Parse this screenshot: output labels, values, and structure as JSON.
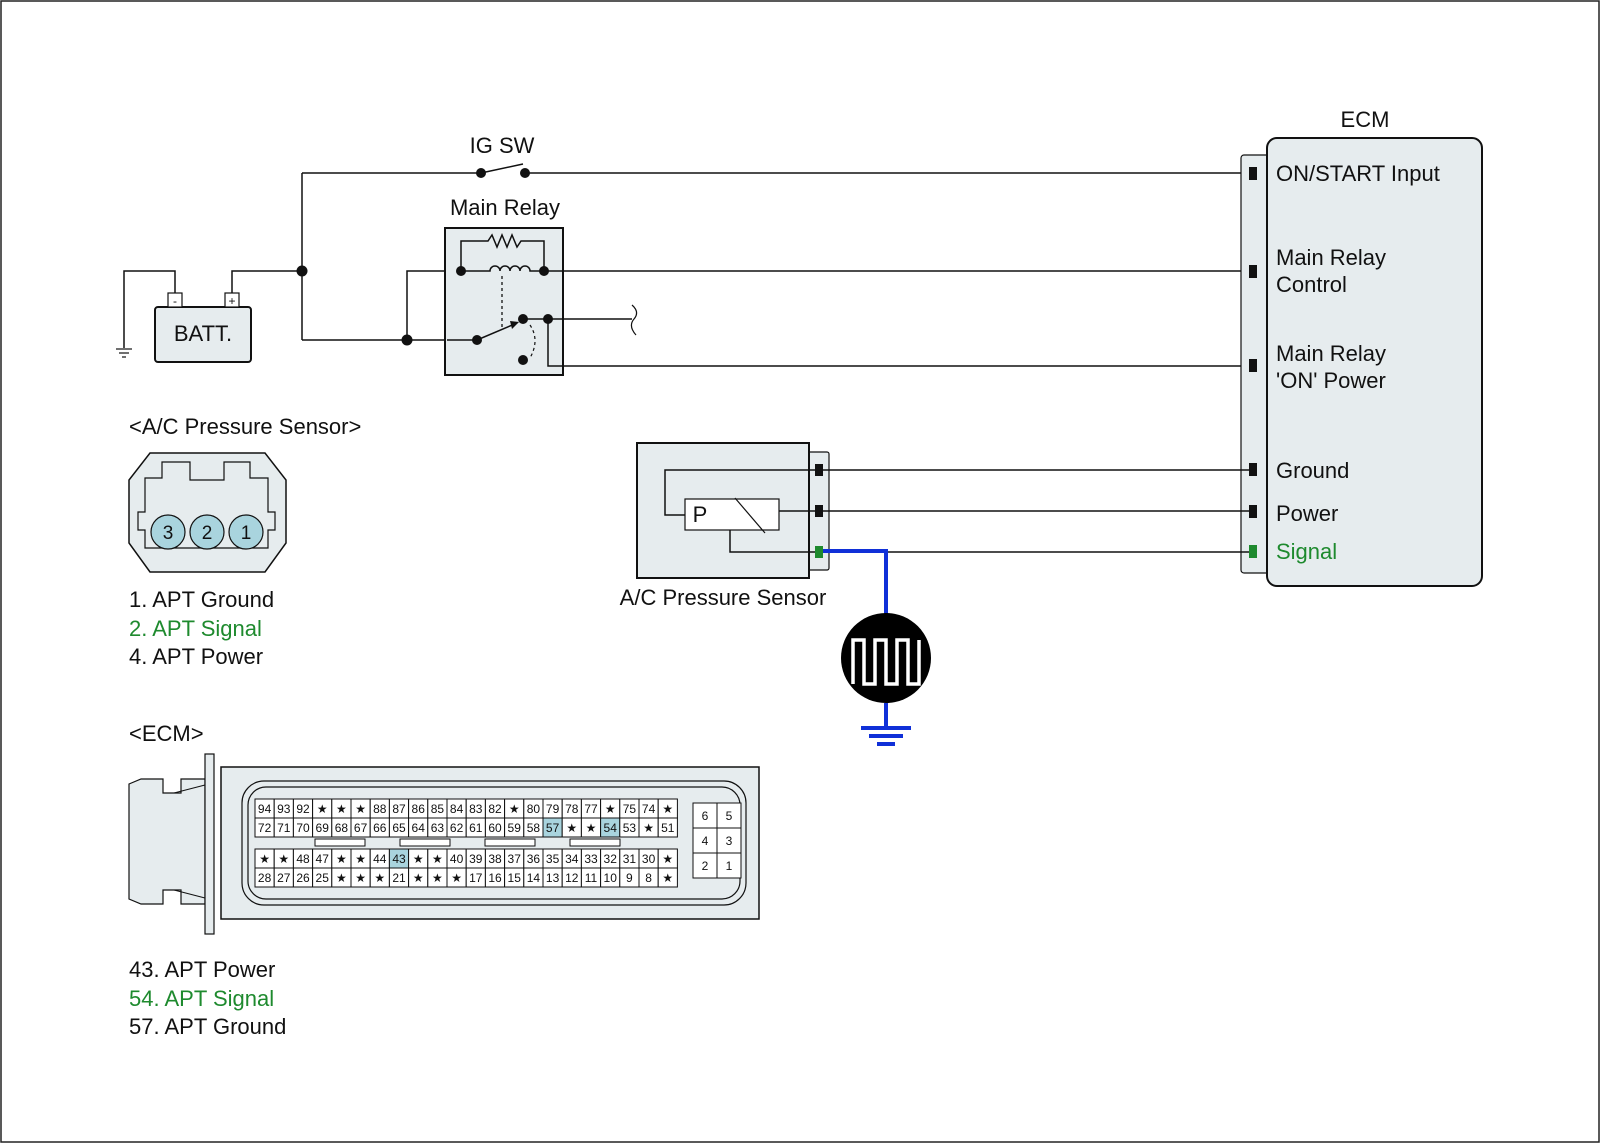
{
  "labels": {
    "ig_sw": "IG SW",
    "main_relay": "Main Relay",
    "batt": "BATT.",
    "batt_minus": "-",
    "batt_plus": "+",
    "ecm_title": "ECM",
    "ecm_on_start": "ON/START  Input",
    "ecm_main_relay_control_1": "Main Relay",
    "ecm_main_relay_control_2": "Control",
    "ecm_main_relay_on_1": "Main Relay",
    "ecm_main_relay_on_2": "'ON' Power",
    "ecm_ground": "Ground",
    "ecm_power": "Power",
    "ecm_signal": "Signal",
    "sensor_symbol": "P",
    "sensor_caption": "A/C Pressure Sensor"
  },
  "sensor_connector": {
    "title": "<A/C Pressure Sensor>",
    "pins": [
      "3",
      "2",
      "1"
    ],
    "legend": [
      {
        "text": "1. APT Ground",
        "highlight": false
      },
      {
        "text": "2. APT Signal",
        "highlight": true
      },
      {
        "text": "4. APT Power",
        "highlight": false
      }
    ]
  },
  "ecm_connector": {
    "title": "<ECM>",
    "rows": [
      [
        "94",
        "93",
        "92",
        "*",
        "*",
        "*",
        "88",
        "87",
        "86",
        "85",
        "84",
        "83",
        "82",
        "*",
        "80",
        "79",
        "78",
        "77",
        "*",
        "75",
        "74",
        "*"
      ],
      [
        "72",
        "71",
        "70",
        "69",
        "68",
        "67",
        "66",
        "65",
        "64",
        "63",
        "62",
        "61",
        "60",
        "59",
        "58",
        "57",
        "*",
        "*",
        "54",
        "53",
        "*",
        "51"
      ],
      [
        "*",
        "*",
        "48",
        "47",
        "*",
        "*",
        "44",
        "43",
        "*",
        "*",
        "40",
        "39",
        "38",
        "37",
        "36",
        "35",
        "34",
        "33",
        "32",
        "31",
        "30",
        "*"
      ],
      [
        "28",
        "27",
        "26",
        "25",
        "*",
        "*",
        "*",
        "21",
        "*",
        "*",
        "*",
        "17",
        "16",
        "15",
        "14",
        "13",
        "12",
        "11",
        "10",
        "9",
        "8",
        "*"
      ]
    ],
    "highlighted": [
      "57",
      "54",
      "43"
    ],
    "aux_pins": [
      [
        "6",
        "5"
      ],
      [
        "4",
        "3"
      ],
      [
        "2",
        "1"
      ]
    ],
    "legend": [
      {
        "text": "43. APT Power",
        "highlight": false
      },
      {
        "text": "54. APT Signal",
        "highlight": true
      },
      {
        "text": "57. APT Ground",
        "highlight": false
      }
    ]
  },
  "colors": {
    "signal_green": "#1e8a2e",
    "signal_wire_blue": "#1030d8",
    "box_fill": "#e6ecee",
    "pin_highlight": "#a9d4de"
  },
  "icons": {
    "scope": "oscilloscope-square-wave-icon",
    "ground": "ground-symbol-icon"
  }
}
